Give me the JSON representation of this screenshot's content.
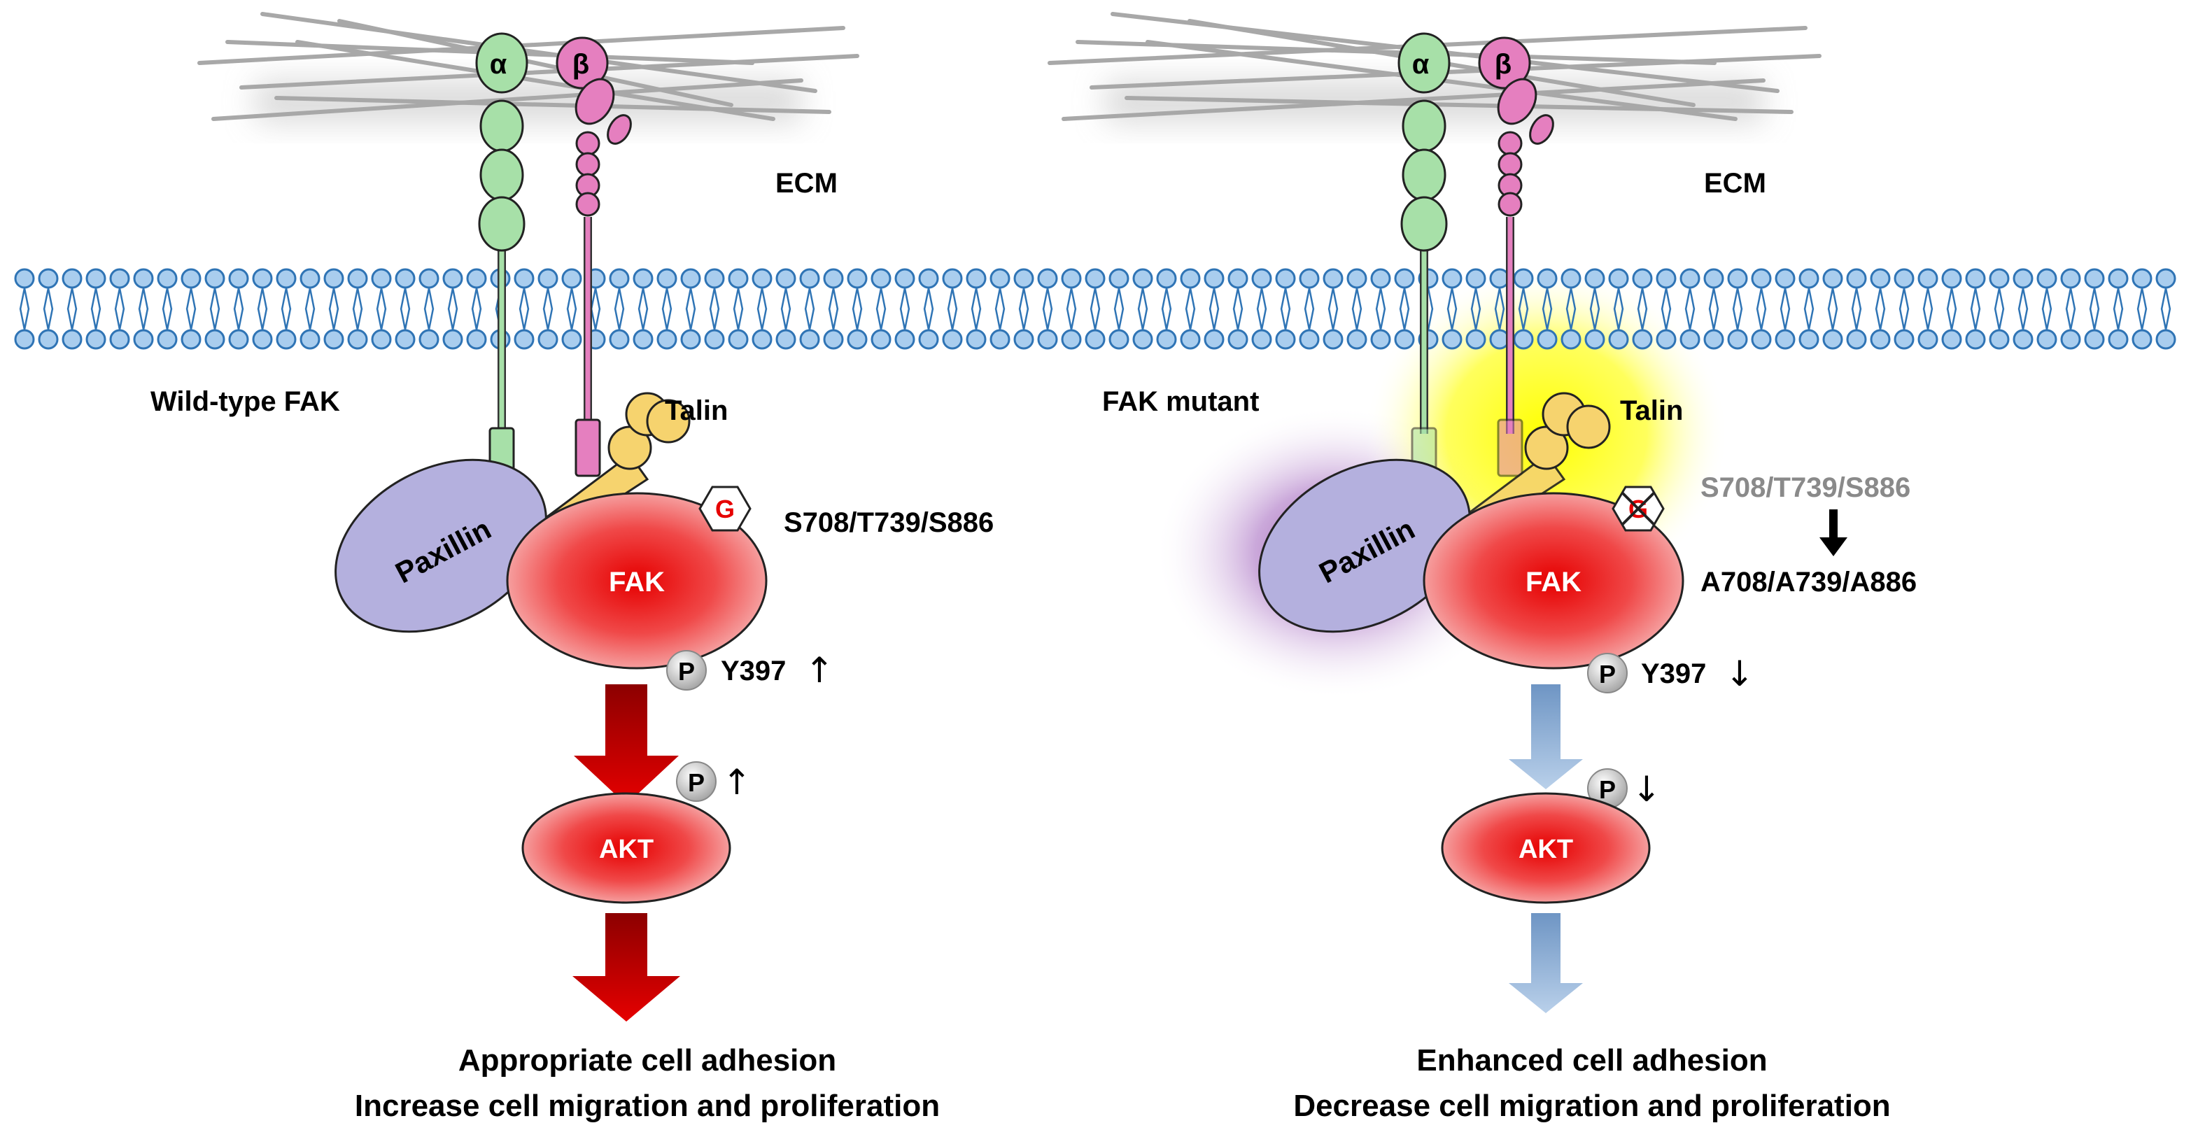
{
  "labels": {
    "ecm": "ECM",
    "alpha": "α",
    "beta": "β",
    "talin": "Talin",
    "paxillin": "Paxillin",
    "fak": "FAK",
    "akt": "AKT",
    "phospho": "P",
    "glyco": "G",
    "up_arrow": "↑",
    "down_arrow": "↓",
    "bold_down_arrow": "🡣"
  },
  "left": {
    "condition": "Wild-type FAK",
    "sites": "S708/T739/S886",
    "y397": "Y397",
    "outcome_line1": "Appropriate cell adhesion",
    "outcome_line2": "Increase cell migration and proliferation"
  },
  "right": {
    "condition": "FAK mutant",
    "sites_original": "S708/T739/S886",
    "sites_mutant": "A708/A739/A886",
    "y397": "Y397",
    "outcome_line1": "Enhanced cell adhesion",
    "outcome_line2": "Decrease cell migration and proliferation"
  },
  "colors": {
    "membrane": "#2f74b5",
    "membrane_head": "#a9cdee",
    "alpha_integrin": "#a7e0a8",
    "beta_integrin": "#e57fbf",
    "talin": "#f6d36e",
    "paxillin": "#b4b0de",
    "fak_core": "#e10000",
    "akt_core": "#e10000",
    "active_arrow": "#cc0000",
    "inactive_arrow": "#8fb3dc",
    "ecm_fiber": "#a8a8a8",
    "glow_yellow": "#ffff00",
    "glow_purple": "#9a55b8"
  }
}
